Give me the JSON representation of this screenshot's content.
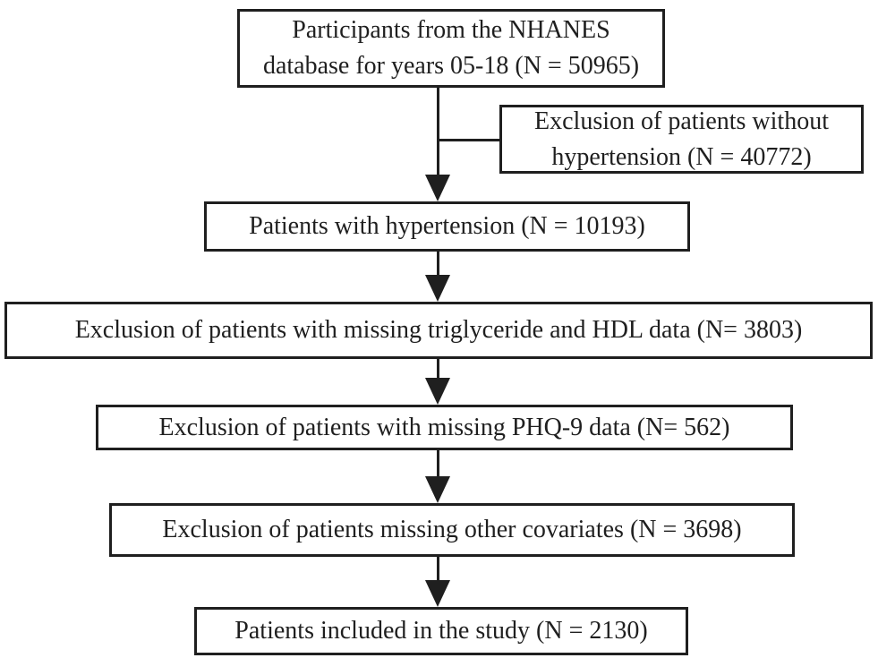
{
  "colors": {
    "ink": "#1f1f1f",
    "background": "#ffffff"
  },
  "flow": {
    "nodes": [
      {
        "id": "nhanes-source",
        "label": "Participants from the NHANES\ndatabase for years 05-18 (N = 50965)",
        "n": "50965"
      },
      {
        "id": "exclusion-no-hypertension",
        "label": "Exclusion of patients without\nhypertension (N = 40772)",
        "n": "40772"
      },
      {
        "id": "patients-with-hypertension",
        "label": "Patients with hypertension (N = 10193)",
        "n": "10193"
      },
      {
        "id": "exclusion-missing-triglyceride-hdl",
        "label": "Exclusion of patients with missing triglyceride and HDL data (N= 3803)",
        "n": "3803"
      },
      {
        "id": "exclusion-missing-phq9",
        "label": "Exclusion of patients with missing PHQ-9 data (N= 562)",
        "n": "562"
      },
      {
        "id": "exclusion-missing-covariates",
        "label": "Exclusion of patients missing other covariates (N = 3698)",
        "n": "3698"
      },
      {
        "id": "patients-included",
        "label": "Patients included in the study (N = 2130)",
        "n": "2130"
      }
    ],
    "edges": [
      {
        "from": "nhanes-source",
        "to": "exclusion-no-hypertension"
      },
      {
        "from": "nhanes-source",
        "to": "patients-with-hypertension"
      },
      {
        "from": "patients-with-hypertension",
        "to": "exclusion-missing-triglyceride-hdl"
      },
      {
        "from": "exclusion-missing-triglyceride-hdl",
        "to": "exclusion-missing-phq9"
      },
      {
        "from": "exclusion-missing-phq9",
        "to": "exclusion-missing-covariates"
      },
      {
        "from": "exclusion-missing-covariates",
        "to": "patients-included"
      }
    ]
  }
}
